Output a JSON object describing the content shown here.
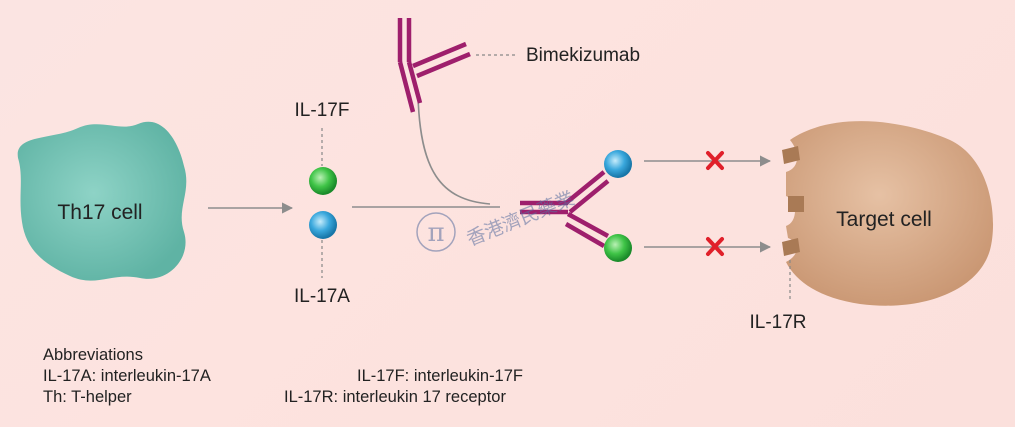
{
  "diagram": {
    "th17_cell": "Th17 cell",
    "il17f": "IL-17F",
    "il17a": "IL-17A",
    "drug": "Bimekizumab",
    "target_cell": "Target cell",
    "il17r": "IL-17R",
    "watermark_text": "香港濟民藥業",
    "watermark_logo": "π"
  },
  "abbreviations": {
    "title": "Abbreviations",
    "il17a_def": "IL-17A: interleukin-17A",
    "th_def": "Th: T-helper",
    "il17f_def": "IL-17F: interleukin-17F",
    "il17r_def": "IL-17R: interleukin 17 receptor"
  },
  "colors": {
    "th17_cell_fill": "#79c7b8",
    "target_cell_fill": "#dbb08e",
    "antibody": "#9e1f6c",
    "block_x": "#e0202a",
    "il17f_ball": "#3cc245",
    "il17a_ball": "#39a9de",
    "arrow": "#8d8d8d"
  }
}
